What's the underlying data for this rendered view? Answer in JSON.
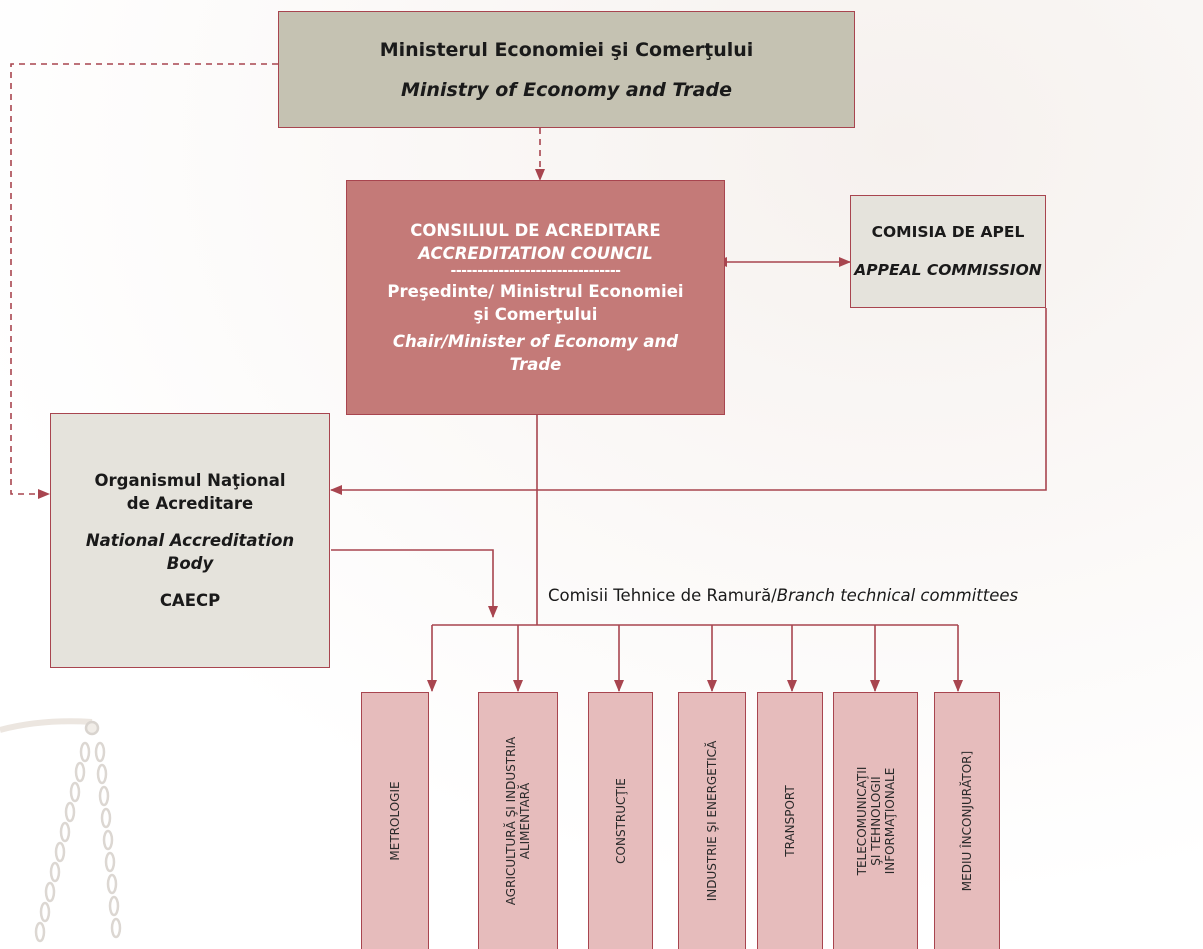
{
  "ministry": {
    "name_ro": "Ministerul Economiei şi Comerţului",
    "name_en": "Ministry of Economy and Trade"
  },
  "council": {
    "name_ro": "CONSILIUL DE ACREDITARE",
    "name_en": "ACCREDITATION COUNCIL",
    "divider": "--------------------------------",
    "chair_ro_line1": "Preşedinte/ Ministrul Economiei",
    "chair_ro_line2": "şi Comerţului",
    "chair_en_line1": "Chair/Minister of Economy and",
    "chair_en_line2": "Trade"
  },
  "appeal": {
    "name_ro": "COMISIA DE APEL",
    "name_en": "APPEAL COMMISSION"
  },
  "accreditation_body": {
    "name_ro_line1": "Organismul Naţional",
    "name_ro_line2": "de Acreditare",
    "name_en_line1": "National Accreditation",
    "name_en_line2": "Body",
    "acronym": "CAECP"
  },
  "branch": {
    "label_ro": "Comisii Tehnice de Ramură/",
    "label_en": "Branch technical committees"
  },
  "committees": [
    {
      "line1": "METROLOGIE",
      "line2": "",
      "line3": ""
    },
    {
      "line1": "AGRICULTURĂ ŞI INDUSTRIA",
      "line2": "ALIMENTARĂ",
      "line3": ""
    },
    {
      "line1": "CONSTRUCŢIE",
      "line2": "",
      "line3": ""
    },
    {
      "line1": "INDUSTRIE ŞI ENERGETICĂ",
      "line2": "",
      "line3": ""
    },
    {
      "line1": "TRANSPORT",
      "line2": "",
      "line3": ""
    },
    {
      "line1": "TELECOMUNICAŢII",
      "line2": "ŞI TEHNOLOGII",
      "line3": "INFORMAŢIONALE"
    },
    {
      "line1": "MEDIU ÎNCONJURĂTOR]",
      "line2": "",
      "line3": ""
    }
  ],
  "colors": {
    "connector": "#a8454f",
    "council_fill": "#c47a78",
    "ministry_fill": "#c5c2b2",
    "committee_fill": "#e6bcbc"
  }
}
